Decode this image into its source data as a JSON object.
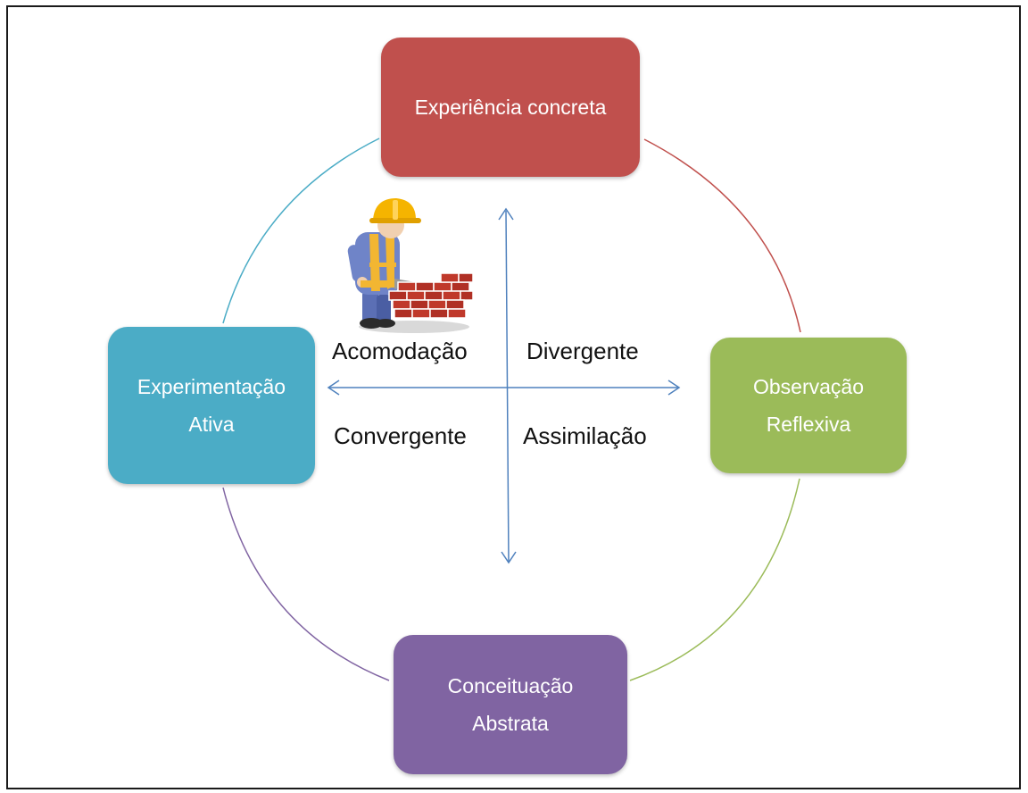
{
  "boxes": {
    "top": {
      "lines": [
        "Experiência concreta"
      ],
      "color": "#c0504d"
    },
    "right": {
      "lines": [
        "Observação",
        "Reflexiva"
      ],
      "color": "#9bbb59"
    },
    "bottom": {
      "lines": [
        "Conceituação",
        "Abstrata"
      ],
      "color": "#8064a2"
    },
    "left": {
      "lines": [
        "Experimentação",
        "Ativa"
      ],
      "color": "#4bacc6"
    }
  },
  "quadrants": {
    "top_left": "Acomodação",
    "top_right": "Divergente",
    "bottom_left": "Convergente",
    "bottom_right": "Assimilação"
  },
  "arrow_color": "#4f81bd",
  "illustration": "construction-worker-brick-wall-icon"
}
